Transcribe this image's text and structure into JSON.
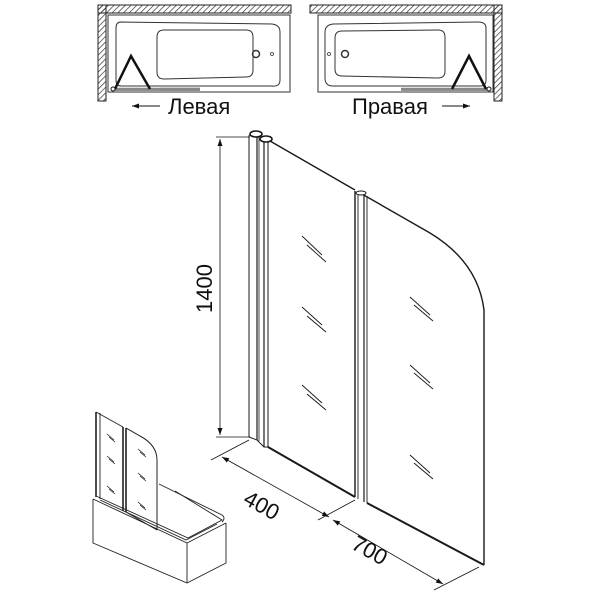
{
  "diagram": {
    "type": "technical-drawing",
    "subject": "two-panel folding bath screen"
  },
  "plan_views": {
    "left": {
      "label": "Левая",
      "arrow": "←"
    },
    "right": {
      "label": "Правая",
      "arrow": "→"
    }
  },
  "dimensions": {
    "height": "1400",
    "fixed_panel_width": "400",
    "swing_panel_width": "700"
  },
  "colors": {
    "line": "#1a1a1a",
    "hatch": "#333333",
    "background": "#ffffff"
  }
}
